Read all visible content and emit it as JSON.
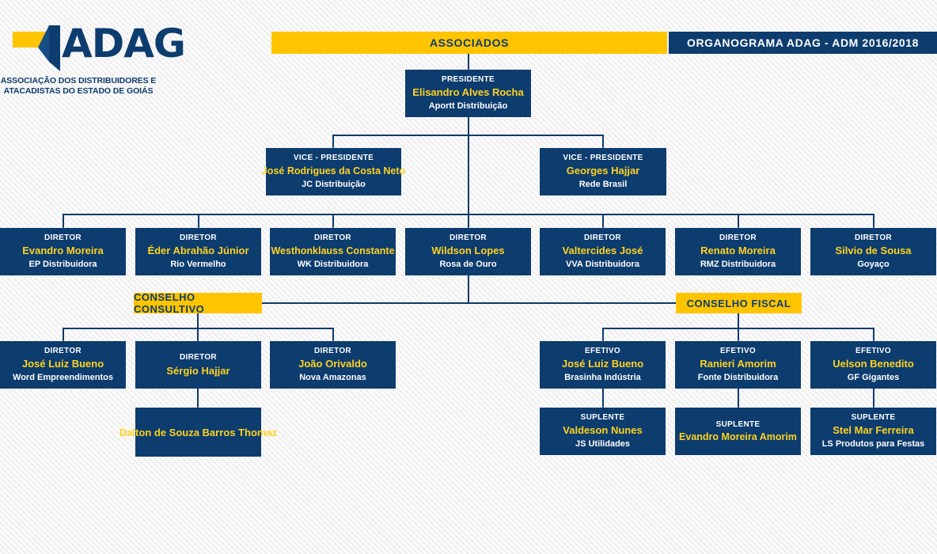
{
  "logo": {
    "wordmark": "ADAG",
    "subtitle_line1": "ASSOCIAÇÃO DOS DISTRIBUIDORES E",
    "subtitle_line2": "ATACADISTAS DO ESTADO DE GOIÁS",
    "mark_name": "adag-arrow-mark"
  },
  "banners": {
    "associados": "ASSOCIADOS",
    "organograma": "ORGANOGRAMA ADAG - ADM 2016/2018",
    "conselho_consultivo": "CONSELHO CONSULTIVO",
    "conselho_fiscal": "CONSELHO FISCAL"
  },
  "colors": {
    "brand_blue": "#0d3c6e",
    "brand_yellow": "#ffc400",
    "name_yellow": "#ffd21f",
    "background": "#f2f2f2"
  },
  "president": {
    "role": "PRESIDENTE",
    "name": "Elisandro Alves Rocha",
    "company": "Aportt Distribuição"
  },
  "vice_presidents": [
    {
      "role": "VICE - PRESIDENTE",
      "name": "José Rodrigues da Costa Neto",
      "company": "JC Distribuição"
    },
    {
      "role": "VICE - PRESIDENTE",
      "name": "Georges Hajjar",
      "company": "Rede Brasil"
    }
  ],
  "directors": [
    {
      "role": "DIRETOR",
      "name": "Evandro Moreira",
      "company": "EP Distribuidora"
    },
    {
      "role": "DIRETOR",
      "name": "Éder Abrahão Júnior",
      "company": "Rio Vermelho"
    },
    {
      "role": "DIRETOR",
      "name": "Westhonklauss Constante",
      "company": "WK Distribuidora"
    },
    {
      "role": "DIRETOR",
      "name": "Wildson Lopes",
      "company": "Rosa de Ouro"
    },
    {
      "role": "DIRETOR",
      "name": "Valtercides José",
      "company": "VVA Distribuidora"
    },
    {
      "role": "DIRETOR",
      "name": "Renato Moreira",
      "company": "RMZ Distribuidora"
    },
    {
      "role": "DIRETOR",
      "name": "Silvio de Sousa",
      "company": "Goyaço"
    }
  ],
  "conselho_consultivo": {
    "members": [
      {
        "role": "DIRETOR",
        "name": "José Luiz Bueno",
        "company": "Word Empreendimentos"
      },
      {
        "role": "DIRETOR",
        "name": "Sérgio Hajjar",
        "company": ""
      },
      {
        "role": "DIRETOR",
        "name": "João Orivaldo",
        "company": "Nova Amazonas"
      }
    ],
    "extra": {
      "role": "",
      "name": "Dalton de Souza Barros Thomaz",
      "company": ""
    }
  },
  "conselho_fiscal": {
    "efetivos": [
      {
        "role": "EFETIVO",
        "name": "José Luiz Bueno",
        "company": "Brasinha Indústria"
      },
      {
        "role": "EFETIVO",
        "name": "Ranieri Amorim",
        "company": "Fonte Distribuidora"
      },
      {
        "role": "EFETIVO",
        "name": "Uelson Benedito",
        "company": "GF Gigantes"
      }
    ],
    "suplentes": [
      {
        "role": "SUPLENTE",
        "name": "Valdeson Nunes",
        "company": "JS Utilidades"
      },
      {
        "role": "SUPLENTE",
        "name": "Evandro Moreira Amorim",
        "company": ""
      },
      {
        "role": "SUPLENTE",
        "name": "Stel Mar Ferreira",
        "company": "LS Produtos para Festas"
      }
    ]
  }
}
